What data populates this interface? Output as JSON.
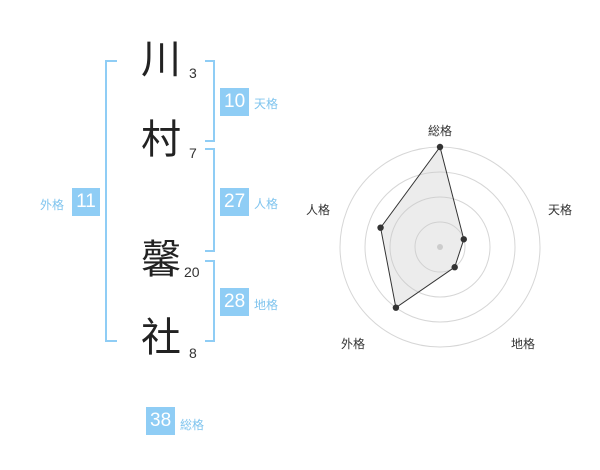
{
  "name": {
    "chars": [
      {
        "char": "川",
        "strokes": "3"
      },
      {
        "char": "村",
        "strokes": "7"
      },
      {
        "char": "馨",
        "strokes": "20"
      },
      {
        "char": "社",
        "strokes": "8"
      }
    ]
  },
  "fortunes": {
    "tenkaku": {
      "value": "10",
      "label": "天格"
    },
    "jinkaku": {
      "value": "27",
      "label": "人格"
    },
    "chikaku": {
      "value": "28",
      "label": "地格"
    },
    "gaikaku": {
      "value": "11",
      "label": "外格"
    },
    "soukaku": {
      "value": "38",
      "label": "総格"
    }
  },
  "colors": {
    "accent": "#8fcdf5",
    "label": "#7fc4ee",
    "text": "#222222"
  },
  "chart_data": {
    "type": "radar",
    "axes": [
      "総格",
      "天格",
      "地格",
      "外格",
      "人格"
    ],
    "rings": 4,
    "range": [
      0,
      4
    ],
    "values": [
      4,
      1,
      1,
      3,
      2.5
    ]
  }
}
